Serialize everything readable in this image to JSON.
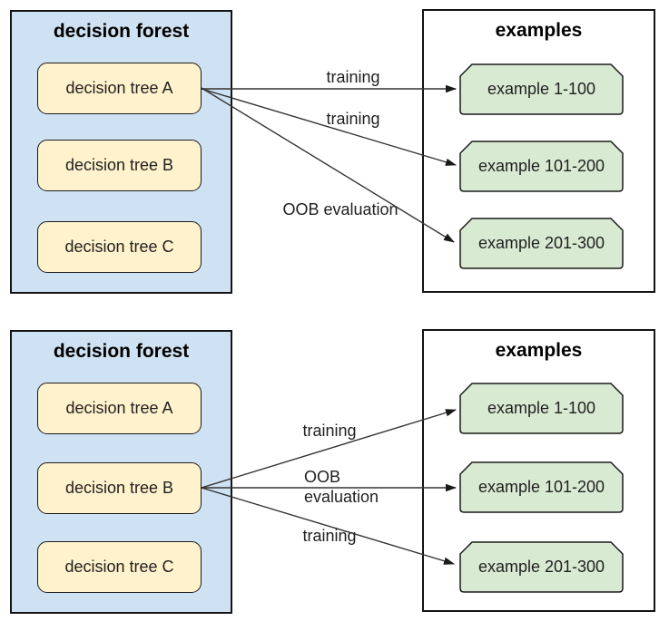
{
  "colors": {
    "forest_fill": "#cfe2f3",
    "tree_fill": "#fff2cc",
    "example_fill": "#d9ead3",
    "container_border": "#141414",
    "node_border": "#1a1a1a",
    "arrow": "#333333",
    "text": "#1f1f1f"
  },
  "top_panel": {
    "forest_title": "decision forest",
    "trees": [
      "decision tree A",
      "decision tree B",
      "decision tree C"
    ],
    "examples_title": "examples",
    "examples": [
      "example 1-100",
      "example 101-200",
      "example 201-300"
    ],
    "arrows": [
      {
        "label": "training"
      },
      {
        "label": "training"
      },
      {
        "label": "OOB evaluation"
      }
    ]
  },
  "bottom_panel": {
    "forest_title": "decision forest",
    "trees": [
      "decision tree A",
      "decision tree B",
      "decision tree C"
    ],
    "examples_title": "examples",
    "examples": [
      "example 1-100",
      "example 101-200",
      "example 201-300"
    ],
    "arrows": [
      {
        "label": "training"
      },
      {
        "label_line1": "OOB",
        "label_line2": "evaluation"
      },
      {
        "label": "training"
      }
    ]
  }
}
